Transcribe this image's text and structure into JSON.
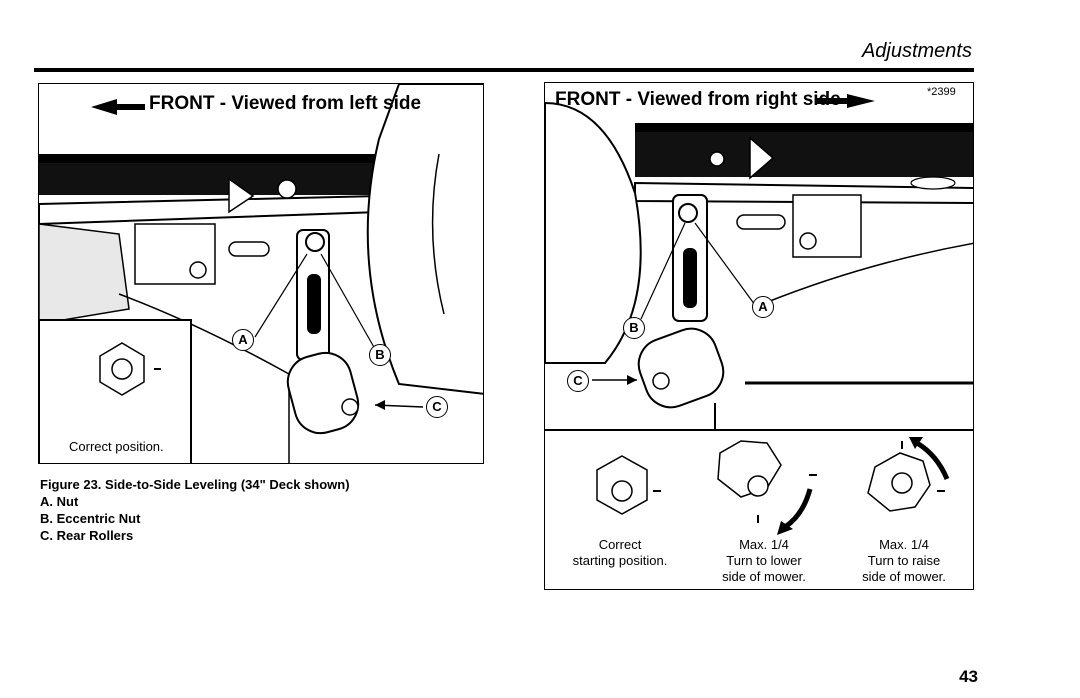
{
  "page": {
    "section_title": "Adjustments",
    "page_number": "43"
  },
  "left_figure": {
    "title": "FRONT - Viewed from left side",
    "inset_caption": "Correct position.",
    "callouts": [
      "A",
      "B",
      "C"
    ]
  },
  "right_figure": {
    "title": "FRONT - Viewed from right side",
    "figure_code": "*2399",
    "callouts": [
      "B",
      "A",
      "C"
    ],
    "hex_steps": [
      {
        "line1": "Correct",
        "line2": "starting position.",
        "line3": ""
      },
      {
        "line1": "Max. 1/4",
        "line2": "Turn to lower",
        "line3": "side of mower."
      },
      {
        "line1": "Max. 1/4",
        "line2": "Turn to raise",
        "line3": "side of mower."
      }
    ]
  },
  "caption": {
    "title": "Figure 23. Side-to-Side Leveling (34\" Deck shown)",
    "items": [
      "A. Nut",
      "B. Eccentric Nut",
      "C. Rear Rollers"
    ]
  }
}
